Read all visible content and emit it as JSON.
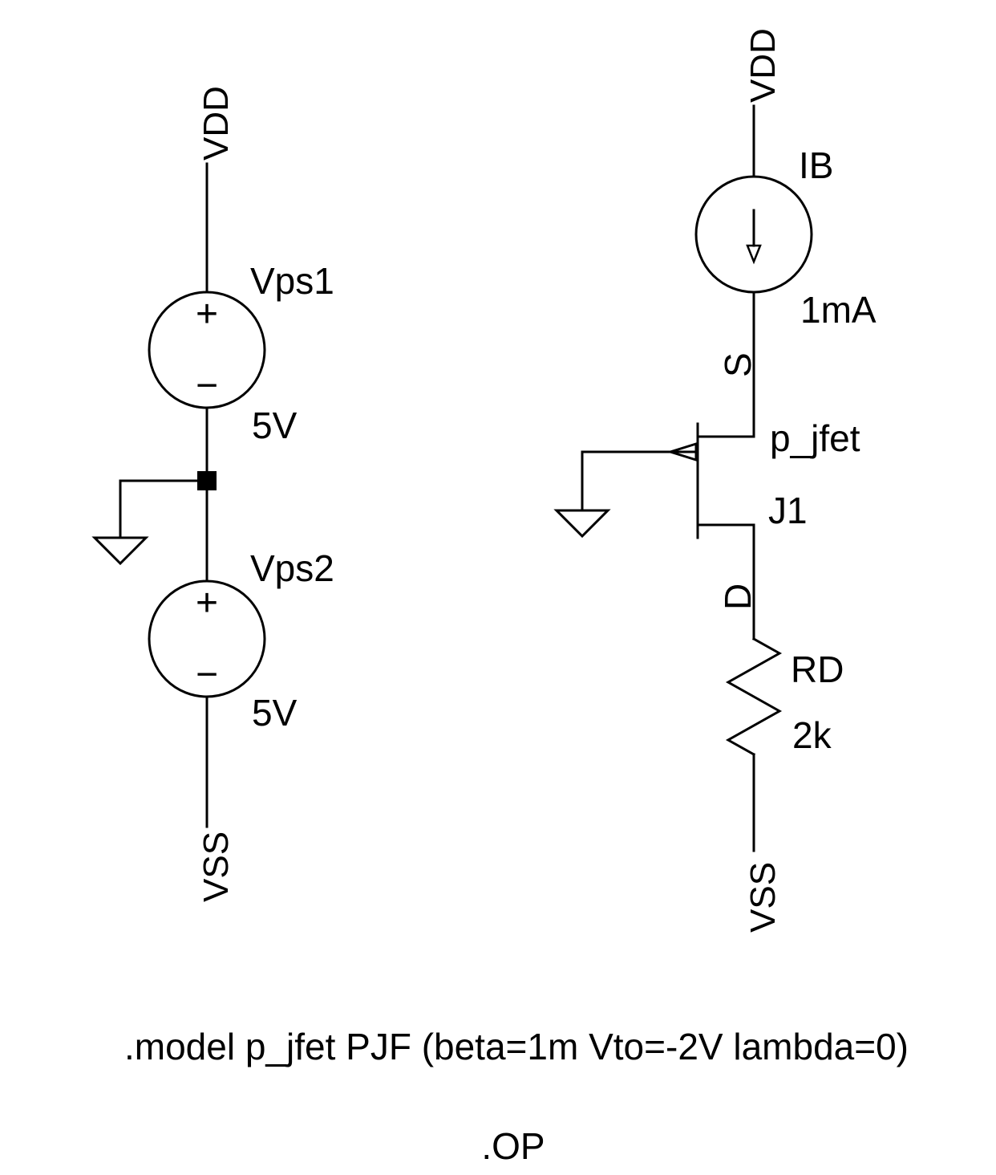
{
  "components": {
    "vps1": {
      "name": "Vps1",
      "value": "5V",
      "plus": "+",
      "minus": "−"
    },
    "vps2": {
      "name": "Vps2",
      "value": "5V",
      "plus": "+",
      "minus": "−"
    },
    "ib": {
      "name": "IB",
      "value": "1mA"
    },
    "j1": {
      "name": "J1",
      "model": "p_jfet",
      "source_label": "S",
      "drain_label": "D"
    },
    "rd": {
      "name": "RD",
      "value": "2k"
    }
  },
  "nets": {
    "left_top": "VDD",
    "left_bottom": "VSS",
    "right_top": "VDD",
    "right_bottom": "VSS"
  },
  "directives": {
    "model": ".model p_jfet PJF (beta=1m Vto=-2V lambda=0)",
    "op": ".OP"
  }
}
